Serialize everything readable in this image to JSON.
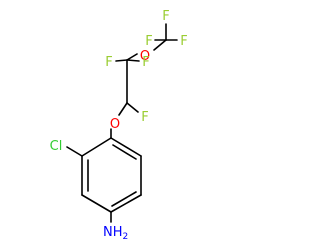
{
  "molecule": {
    "atoms": {
      "f_top_left": "F",
      "f_top_mid": "F",
      "f_top_right": "F",
      "o_ether_top": "O",
      "f_cf2_left": "F",
      "f_cf2_right": "F",
      "f_chf": "F",
      "o_ether_ring": "O",
      "cl": "Cl",
      "nh2_n": "N",
      "nh2_h": "H",
      "nh2_sub": "2"
    },
    "colors": {
      "bond": "#000000",
      "fluorine": "#9acd32",
      "oxygen": "#ff0000",
      "chlorine": "#32cd32",
      "nitrogen": "#0000ff"
    }
  }
}
